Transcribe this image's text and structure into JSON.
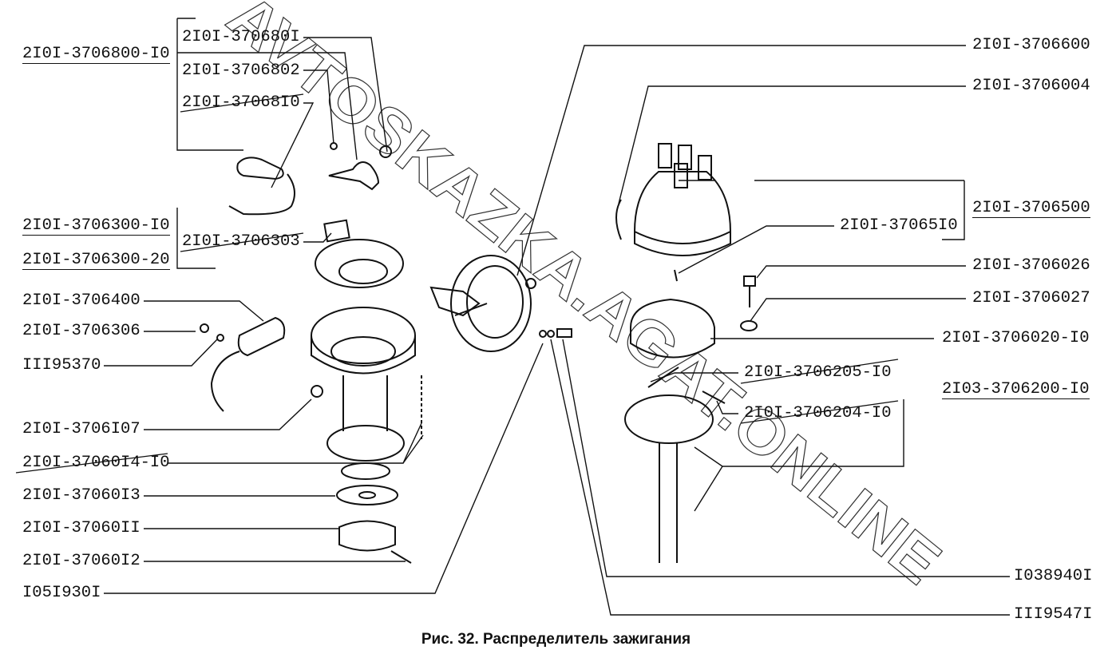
{
  "figure": {
    "caption": "Рис. 32. Распределитель зажигания",
    "watermark": "AVTOSKAZKA.AGAT.ONLINE"
  },
  "labels_left": [
    {
      "id": "l0",
      "text": "2I0I-3706800-I0"
    },
    {
      "id": "l1",
      "text": "2I0I-370680I"
    },
    {
      "id": "l2",
      "text": "2I0I-3706802"
    },
    {
      "id": "l3",
      "text": "2I0I-37068I0"
    },
    {
      "id": "l4",
      "text": "2I0I-3706300-I0"
    },
    {
      "id": "l5",
      "text": "2I0I-3706303"
    },
    {
      "id": "l6",
      "text": "2I0I-3706300-20"
    },
    {
      "id": "l7",
      "text": "2I0I-3706400"
    },
    {
      "id": "l8",
      "text": "2I0I-3706306"
    },
    {
      "id": "l9",
      "text": "III95370"
    },
    {
      "id": "l10",
      "text": "2I0I-3706I07"
    },
    {
      "id": "l11",
      "text": "2I0I-37060I4-I0"
    },
    {
      "id": "l12",
      "text": "2I0I-37060I3"
    },
    {
      "id": "l13",
      "text": "2I0I-37060II"
    },
    {
      "id": "l14",
      "text": "2I0I-37060I2"
    },
    {
      "id": "l15",
      "text": "I05I930I"
    }
  ],
  "labels_right": [
    {
      "id": "r0",
      "text": "2I0I-3706600"
    },
    {
      "id": "r1",
      "text": "2I0I-3706004"
    },
    {
      "id": "r2",
      "text": "2I0I-3706500"
    },
    {
      "id": "r3",
      "text": "2I0I-37065I0"
    },
    {
      "id": "r4",
      "text": "2I0I-3706026"
    },
    {
      "id": "r5",
      "text": "2I0I-3706027"
    },
    {
      "id": "r6",
      "text": "2I0I-3706020-I0"
    },
    {
      "id": "r7",
      "text": "2I0I-3706205-I0"
    },
    {
      "id": "r8",
      "text": "2I03-3706200-I0"
    },
    {
      "id": "r9",
      "text": "2I0I-3706204-I0"
    },
    {
      "id": "r10",
      "text": "I038940I"
    },
    {
      "id": "r11",
      "text": "III9547I"
    }
  ]
}
